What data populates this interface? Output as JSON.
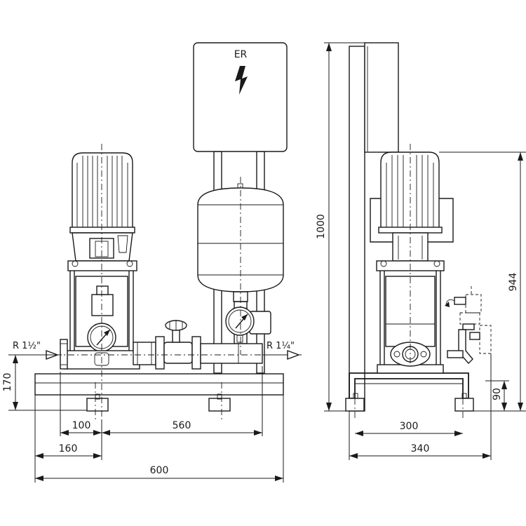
{
  "front_view": {
    "control_box_label": "ER",
    "inlet_label": "R 1½\"",
    "outlet_label": "R 1¼\"",
    "dim_height": "170",
    "dim_pump_offset": "100",
    "dim_pipe_length": "560",
    "dim_pump_from_edge": "160",
    "dim_total_width": "600"
  },
  "side_view": {
    "dim_total_height": "1000",
    "dim_motor_height": "944",
    "dim_base_height": "90",
    "dim_foot_spacing": "300",
    "dim_depth": "340"
  },
  "icons": {
    "control_box_symbol": "lightning-bolt-icon",
    "gauge_symbol": "pressure-gauge-icon"
  }
}
